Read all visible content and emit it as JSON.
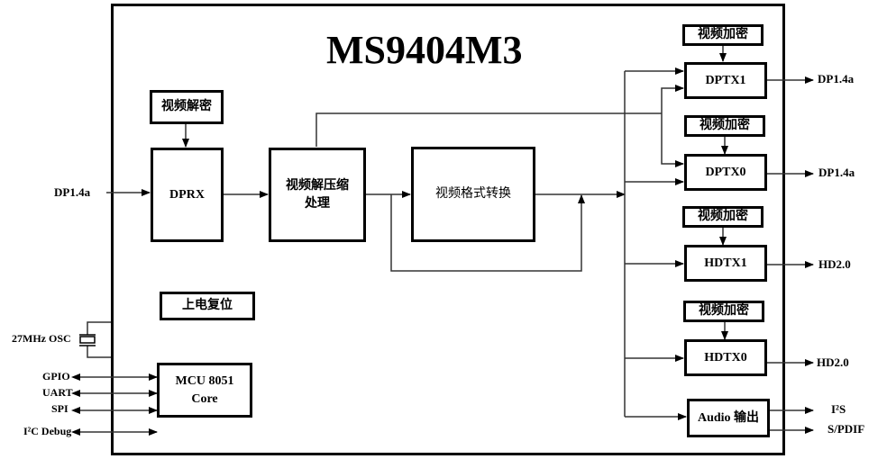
{
  "title": "MS9404M3",
  "blocks": {
    "video_decrypt": "视频解密",
    "dprx": "DPRX",
    "decompress_line1": "视频解压缩",
    "decompress_line2": "处理",
    "format_convert": "视频格式转换",
    "power_reset": "上电复位",
    "mcu_line1": "MCU 8051",
    "mcu_line2": "Core",
    "encrypt_1": "视频加密",
    "encrypt_2": "视频加密",
    "encrypt_3": "视频加密",
    "encrypt_4": "视频加密",
    "dptx1": "DPTX1",
    "dptx0": "DPTX0",
    "hdtx1": "HDTX1",
    "hdtx0": "HDTX0",
    "audio": "Audio 输出"
  },
  "inputs": {
    "dp_in": "DP1.4a",
    "osc": "27MHz OSC",
    "gpio": "GPIO",
    "uart": "UART",
    "spi": "SPI",
    "i2c": "I²C Debug"
  },
  "outputs": {
    "dptx1_out": "DP1.4a",
    "dptx0_out": "DP1.4a",
    "hdtx1_out": "HD2.0",
    "hdtx0_out": "HD2.0",
    "i2s": "I²S",
    "spdif": "S/PDIF"
  }
}
